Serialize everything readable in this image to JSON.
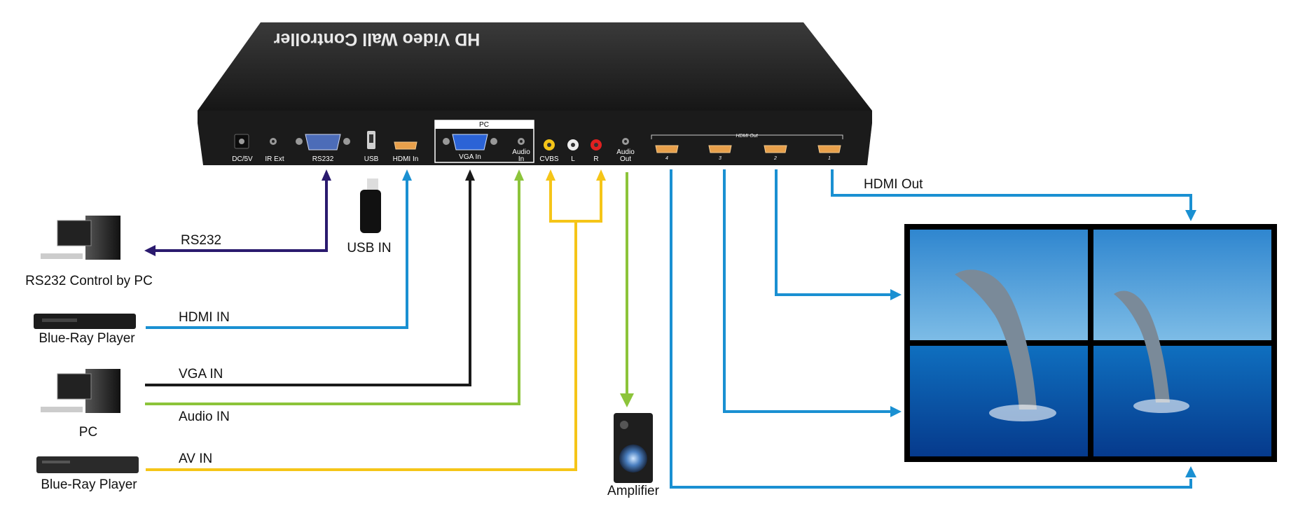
{
  "device": {
    "title": "HD Video Wall Controller",
    "ports": {
      "dc": "DC/5V",
      "ir": "IR Ext",
      "rs232": "RS232",
      "usb": "USB",
      "hdmi_in": "HDMI In",
      "pc_header": "PC",
      "vga_in": "VGA In",
      "audio_in_1": "Audio",
      "audio_in_2": "In",
      "cvbs": "CVBS",
      "l": "L",
      "r": "R",
      "audio_out_1": "Audio",
      "audio_out_2": "Out",
      "hdmi_out_header": "HDMI Out",
      "out4": "4",
      "out3": "3",
      "out2": "2",
      "out1": "1"
    }
  },
  "labels": {
    "rs232": "RS232",
    "rs232_control": "RS232 Control by PC",
    "usb_in": "USB IN",
    "hdmi_in": "HDMI IN",
    "bluray_1": "Blue-Ray Player",
    "vga_in": "VGA IN",
    "audio_in": "Audio IN",
    "pc": "PC",
    "av_in": "AV IN",
    "bluray_2": "Blue-Ray Player",
    "amplifier": "Amplifier",
    "hdmi_out": "HDMI Out"
  },
  "colors": {
    "rs232": "#2a1a6e",
    "hdmi": "#1a90d2",
    "vga": "#1a1a1a",
    "audio": "#8cc43a",
    "av": "#f5c518",
    "device": "#1e1e1e"
  }
}
